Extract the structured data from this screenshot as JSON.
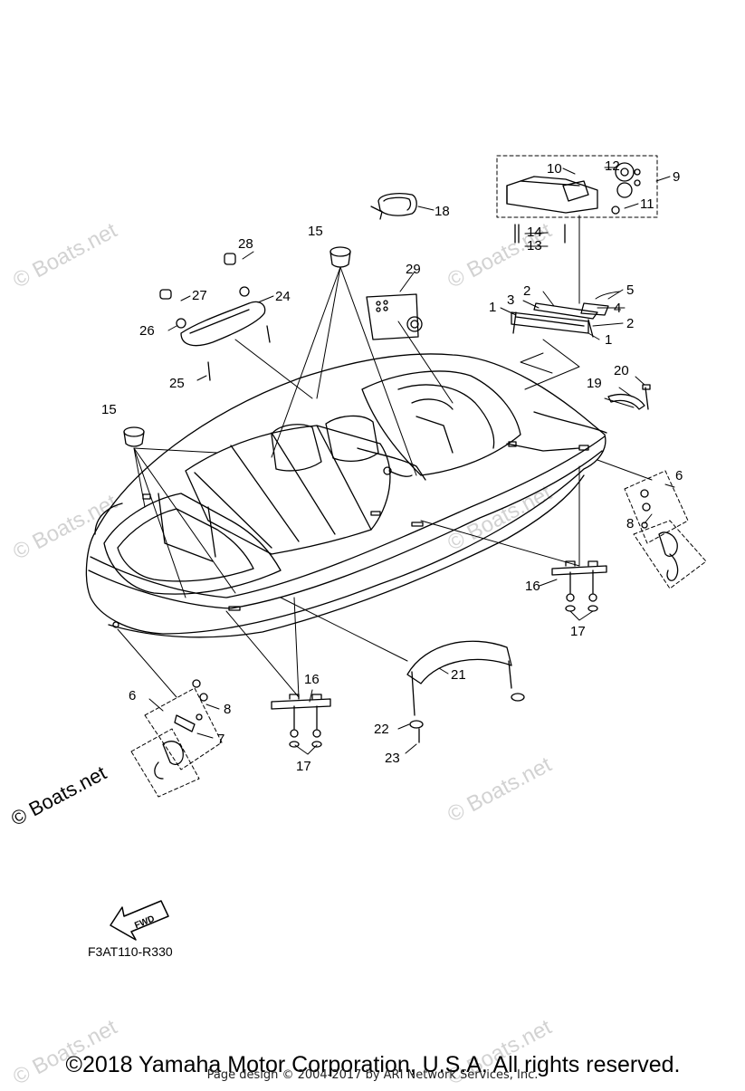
{
  "diagram": {
    "part_numbers": [
      "1",
      "2",
      "3",
      "4",
      "5",
      "6",
      "7",
      "8",
      "9",
      "10",
      "11",
      "12",
      "13",
      "14",
      "15",
      "16",
      "17",
      "18",
      "19",
      "20",
      "21",
      "22",
      "23",
      "24",
      "25",
      "26",
      "27",
      "28",
      "29"
    ],
    "callouts": {
      "c1a": "1",
      "c1b": "1",
      "c2a": "2",
      "c2b": "2",
      "c3": "3",
      "c4": "4",
      "c5": "5",
      "c6a": "6",
      "c6b": "6",
      "c7": "7",
      "c8a": "8",
      "c8b": "8",
      "c9": "9",
      "c10": "10",
      "c11": "11",
      "c12": "12",
      "c13": "13",
      "c14": "14",
      "c15a": "15",
      "c15b": "15",
      "c16a": "16",
      "c16b": "16",
      "c17a": "17",
      "c17b": "17",
      "c18": "18",
      "c19": "19",
      "c20": "20",
      "c21": "21",
      "c22": "22",
      "c23": "23",
      "c24": "24",
      "c25": "25",
      "c26": "26",
      "c27": "27",
      "c28": "28",
      "c29": "29"
    },
    "fwd_label": "FWD",
    "figure_code": "F3AT110-R330"
  },
  "watermark": "© Boats.net",
  "footer": {
    "copyright": "©2018 Yamaha Motor Corporation, U.S.A. All rights reserved.",
    "page_design": "Page design © 2004-2017 by ARI Network Services, Inc."
  },
  "colors": {
    "line": "#000000",
    "watermark": "#d2d2d2",
    "background": "#ffffff"
  }
}
